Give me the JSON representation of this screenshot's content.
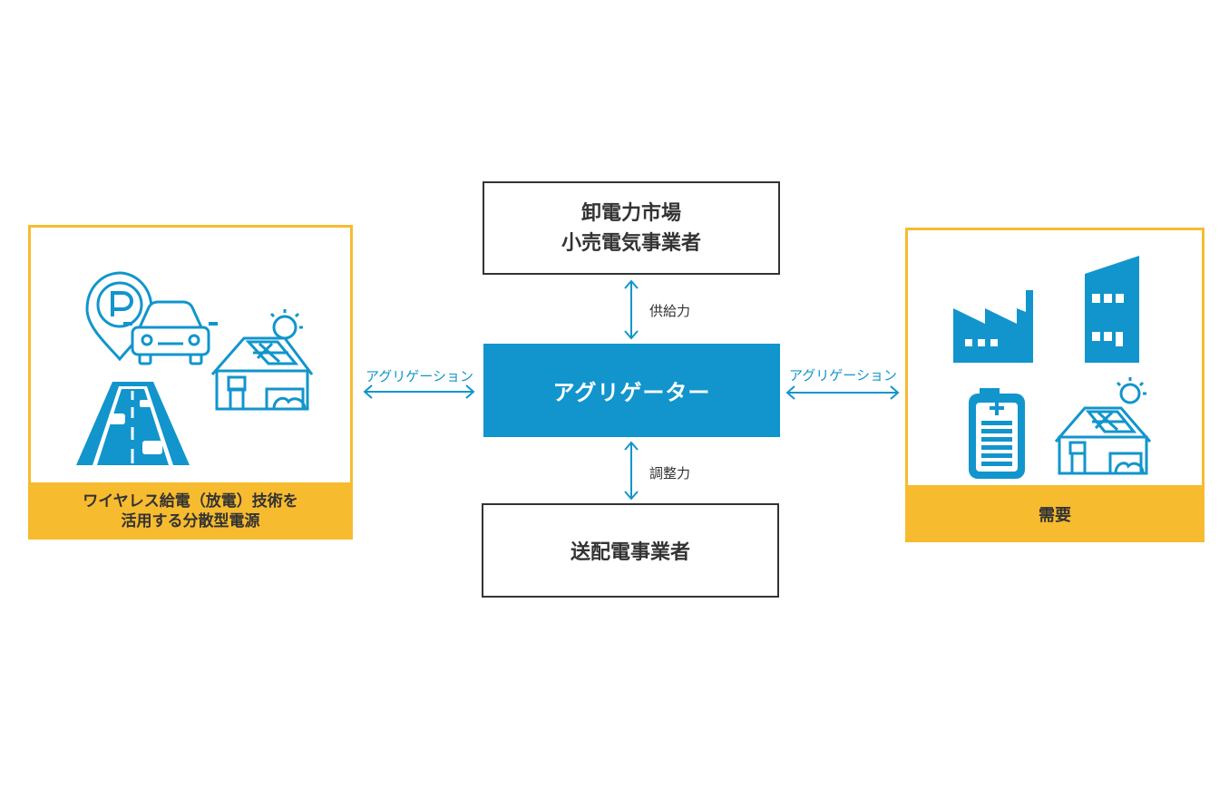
{
  "left_panel": {
    "line1": "ワイヤレス給電（放電）技術を",
    "line2": "活用する分散型電源",
    "icons": [
      "parking-pin-icon",
      "car-icon",
      "road-icon",
      "solar-house-icon"
    ]
  },
  "right_panel": {
    "caption": "需要",
    "icons": [
      "factory-icon",
      "office-building-icon",
      "battery-icon",
      "solar-house-icon"
    ]
  },
  "top_box": {
    "line1": "卸電力市場",
    "line2": "小売電気事業者"
  },
  "aggregator": {
    "label": "アグリゲーター"
  },
  "bottom_box": {
    "label": "送配電事業者"
  },
  "connectors": {
    "left_label": "アグリゲーション",
    "right_label": "アグリゲーション",
    "top_label": "供給力",
    "bottom_label": "調整力"
  },
  "colors": {
    "accent_blue": "#1195cc",
    "panel_yellow": "#f7bb2f",
    "border_dark": "#333333"
  }
}
